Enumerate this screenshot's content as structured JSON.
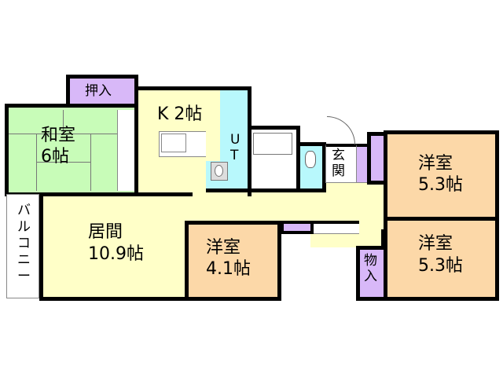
{
  "rooms": {
    "oshiire": "押入",
    "washitsu_name": "和室",
    "washitsu_size": "6帖",
    "kitchen": "K 2帖",
    "ut": "U\nT",
    "genkan": "玄\n関",
    "yoshitsu_a_name": "洋室",
    "yoshitsu_a_size": "5.3帖",
    "yoshitsu_b_name": "洋室",
    "yoshitsu_b_size": "5.3帖",
    "living_name": "居間",
    "living_size": "10.9帖",
    "yoshitsu_c_name": "洋室",
    "yoshitsu_c_size": "4.1帖",
    "monoire": "物\n入",
    "balcony": "バ\nル\nコ\nニ\nー"
  },
  "colors": {
    "washitsu": "#c8fcb8",
    "living": "#ffffc8",
    "yoshitsu": "#fcd8a8",
    "storage": "#d8b8f8",
    "wet": "#b8f8fc"
  }
}
